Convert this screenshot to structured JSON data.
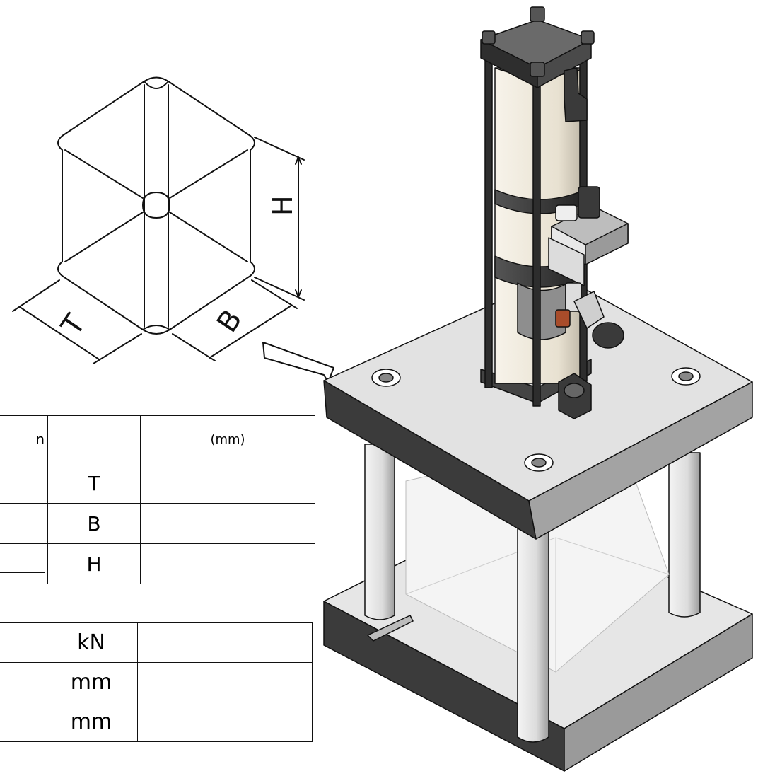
{
  "dimension_table": {
    "header": {
      "col1": "n",
      "col2": "",
      "col3": "(mm)"
    },
    "rows": [
      {
        "symbol": "T",
        "value": ""
      },
      {
        "symbol": "B",
        "value": ""
      },
      {
        "symbol": "H",
        "value": ""
      }
    ]
  },
  "result_table": {
    "rows": [
      {
        "unit": "kN",
        "value": ""
      },
      {
        "unit": "mm",
        "value": ""
      },
      {
        "unit": "mm",
        "value": ""
      }
    ]
  },
  "drawing": {
    "labels": {
      "t": "T",
      "b": "B",
      "h": "H"
    }
  },
  "colors": {
    "cylinder_body": "#efe9dc",
    "plate_light": "#e2e2e2",
    "plate_dark": "#3b3b3b",
    "line": "#111111"
  }
}
